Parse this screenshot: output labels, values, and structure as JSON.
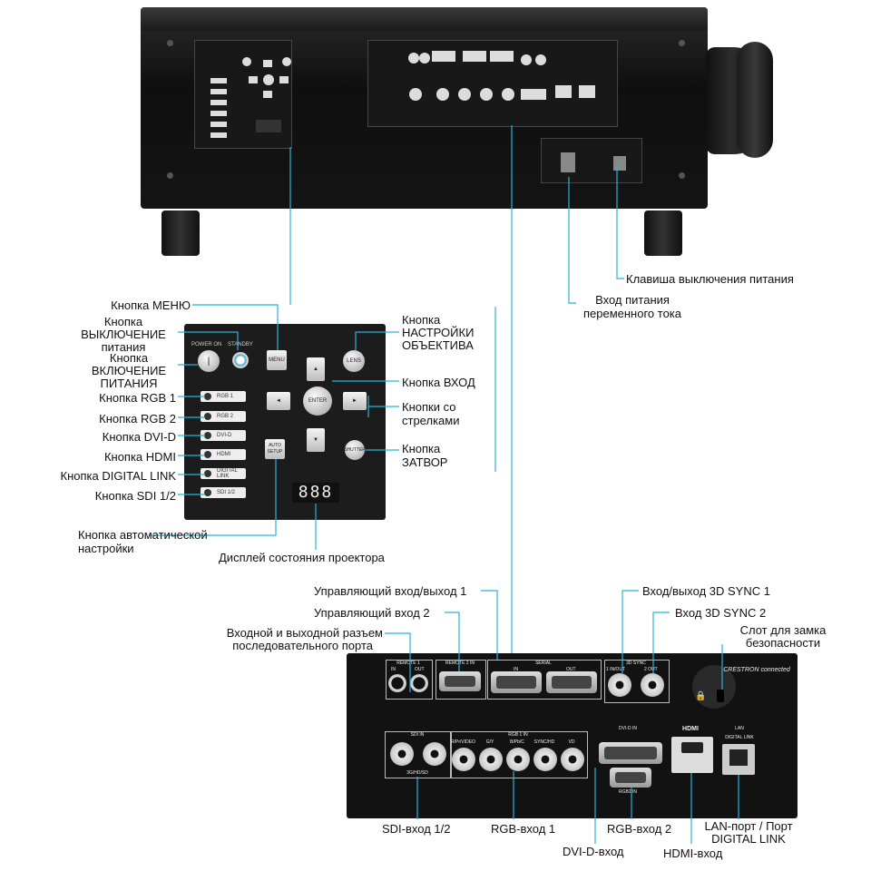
{
  "control_panel": {
    "power_on": "POWER ON",
    "standby": "STANDBY",
    "menu": "MENU",
    "lens": "LENS",
    "enter": "ENTER",
    "shutter": "SHUTTER",
    "auto_setup": "AUTO SETUP",
    "inputs": [
      "RGB 1",
      "RGB 2",
      "DVI-D",
      "HDMI",
      "DIGITAL LINK",
      "SDI 1/2"
    ],
    "display": "888"
  },
  "rear_panel": {
    "remote1": "REMOTE 1",
    "remote1_in": "IN",
    "remote1_out": "OUT",
    "remote2": "REMOTE 2 IN",
    "serial": "SERIAL",
    "serial_in": "IN",
    "serial_out": "OUT",
    "sync3d": "3D SYNC",
    "sync_1": "1 IN/OUT",
    "sync_2": "2 OUT",
    "sdi": "SDI IN",
    "sdi_sub": "3G/HD/SD",
    "rgb1": "RGB 1 IN",
    "rgb1_ports": [
      "R/Pr/VIDEO",
      "G/Y",
      "B/Pb/C",
      "SYNC/HD",
      "VD"
    ],
    "dvi": "DVI-D IN",
    "rgb2": "RGB2 IN",
    "hdmi": "HDMI",
    "lan": "LAN",
    "digital_link": "DIGITAL LINK",
    "crestron": "CRESTRON connected"
  },
  "labels": {
    "power_off_switch": "Клавиша выключения питания",
    "ac_in_1": "Вход питания",
    "ac_in_2": "переменного тока",
    "menu_btn": "Кнопка МЕНЮ",
    "standby_1": "Кнопка",
    "standby_2": "ВЫКЛЮЧЕНИЕ",
    "standby_3": "питания",
    "power_on_1": "Кнопка",
    "power_on_2": "ВКЛЮЧЕНИЕ",
    "power_on_3": "ПИТАНИЯ",
    "rgb1_btn": "Кнопка RGB 1",
    "rgb2_btn": "Кнопка RGB 2",
    "dvid_btn": "Кнопка DVI-D",
    "hdmi_btn": "Кнопка HDMI",
    "dl_btn": "Кнопка DIGITAL LINK",
    "sdi_btn": "Кнопка SDI 1/2",
    "lens_1": "Кнопка",
    "lens_2": "НАСТРОЙКИ",
    "lens_3": "ОБЪЕКТИВА",
    "input_btn": "Кнопка ВХОД",
    "arrows_1": "Кнопки со",
    "arrows_2": "стрелками",
    "shutter_1": "Кнопка",
    "shutter_2": "ЗАТВОР",
    "auto_1": "Кнопка автоматической",
    "auto_2": "настройки",
    "status_display": "Дисплей состояния проектора",
    "ctrl_io1": "Управляющий вход/выход 1",
    "ctrl_in2": "Управляющий вход 2",
    "serial_1": "Входной и выходной разъем",
    "serial_2": "последовательного порта",
    "sync1": "Вход/выход 3D SYNC 1",
    "sync2": "Вход 3D SYNC 2",
    "lock_1": "Слот для замка",
    "lock_2": "безопасности",
    "sdi_in": "SDI-вход 1/2",
    "rgb1_in": "RGB-вход 1",
    "rgb2_in": "RGB-вход 2",
    "dvid_in": "DVI-D-вход",
    "hdmi_in": "HDMI-вход",
    "lan_1": "LAN-порт / Порт",
    "lan_2": "DIGITAL LINK"
  }
}
